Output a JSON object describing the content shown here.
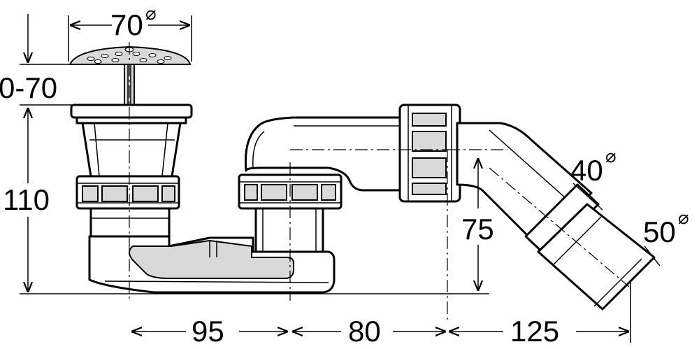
{
  "dimensions": {
    "top_diameter": "70",
    "top_diameter_symbol": "⌀",
    "height_range": "0-70",
    "height": "110",
    "span_left": "95",
    "span_mid": "80",
    "span_right": "125",
    "outlet_height": "75",
    "outlet_diameter_inner": "40",
    "outlet_diameter_inner_symbol": "⌀",
    "outlet_diameter_outer": "50",
    "outlet_diameter_outer_symbol": "⌀"
  },
  "colors": {
    "line": "#000000",
    "shade": "#d9d9d9",
    "background": "#ffffff"
  }
}
